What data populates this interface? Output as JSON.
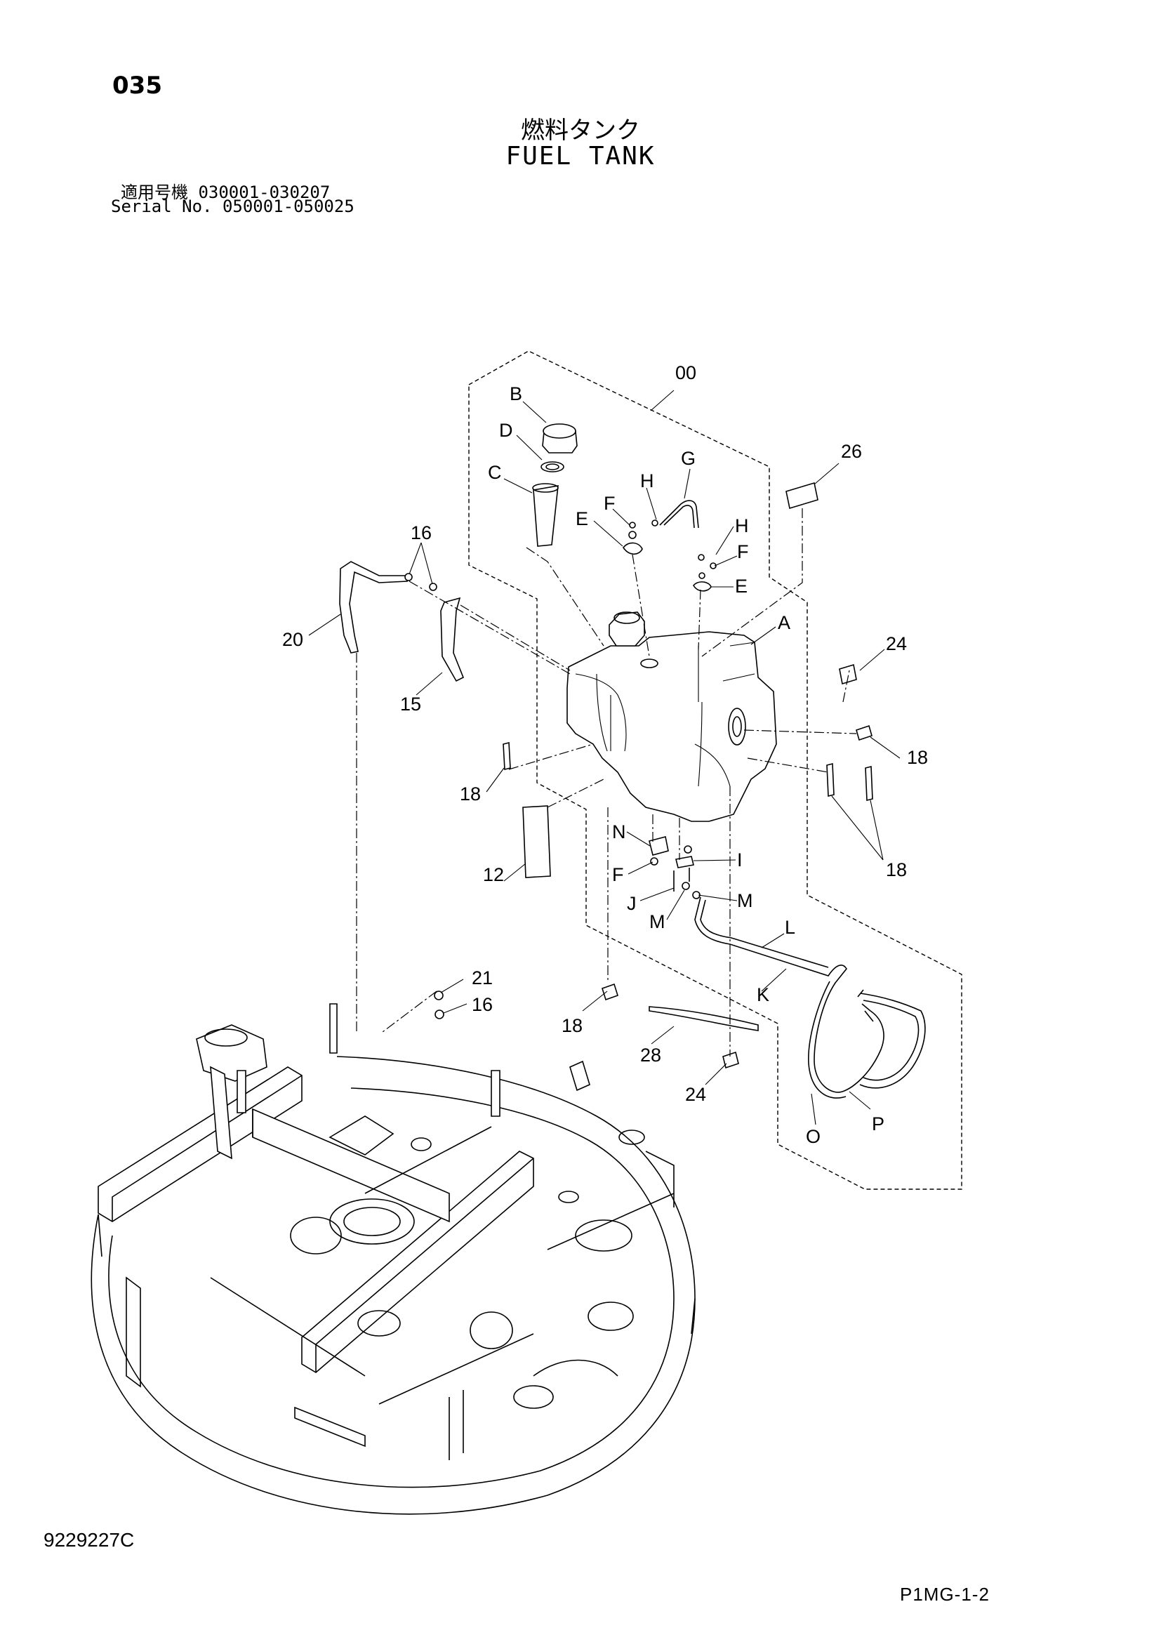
{
  "header": {
    "page_number": "035",
    "title_jp": "燃料タンク",
    "title_en": "FUEL TANK",
    "serial_line1": "適用号機  030001-030207",
    "serial_line2": "Serial No. 050001-050025"
  },
  "footer": {
    "document_number": "9229227C",
    "page_code": "P1MG-1-2"
  },
  "callouts": {
    "c00": "00",
    "cB": "B",
    "cD": "D",
    "cC": "C",
    "cG": "G",
    "c26": "26",
    "cH1": "H",
    "cF1": "F",
    "cE1": "E",
    "cH2": "H",
    "cF2": "F",
    "cE2": "E",
    "c16a": "16",
    "c20": "20",
    "c15": "15",
    "cA": "A",
    "c24a": "24",
    "c18a": "18",
    "c18b": "18",
    "c18c": "18",
    "c12": "12",
    "cN": "N",
    "cI": "I",
    "cF3": "F",
    "cJ": "J",
    "cM1": "M",
    "cM2": "M",
    "cL": "L",
    "cK": "K",
    "c21": "21",
    "c16b": "16",
    "c18d": "18",
    "c28": "28",
    "c24b": "24",
    "cO": "O",
    "cP": "P"
  }
}
